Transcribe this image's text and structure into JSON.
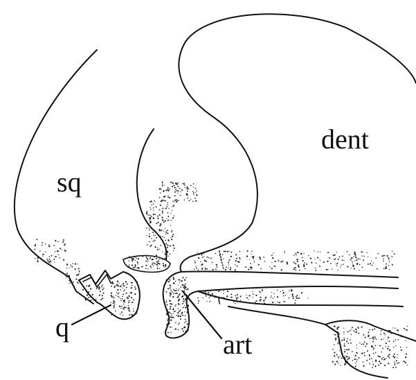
{
  "labels": {
    "squamosal": "sq",
    "dentary": "dent",
    "quadrate": "q",
    "articular": "art"
  }
}
